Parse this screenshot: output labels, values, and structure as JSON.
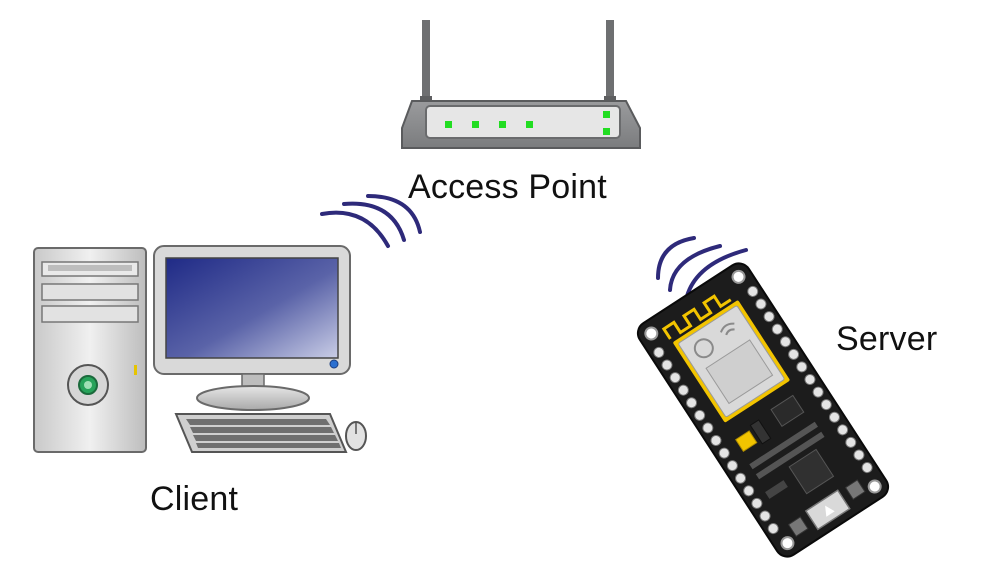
{
  "nodes": {
    "access_point": {
      "label": "Access Point",
      "icon": "wifi-router-icon"
    },
    "server": {
      "label": "Server",
      "icon": "esp8266-nodemcu-board-icon"
    },
    "client": {
      "label": "Client",
      "icon": "desktop-computer-icon"
    }
  },
  "colors": {
    "signal_wave": "#2e2a7a",
    "router_body": "#8f9092",
    "router_panel": "#e4e4e4",
    "router_led": "#22dd22",
    "board_pcb": "#1c1c1c",
    "monitor_screen": "#2a2f88",
    "tower_body": "#d8d8d8"
  }
}
